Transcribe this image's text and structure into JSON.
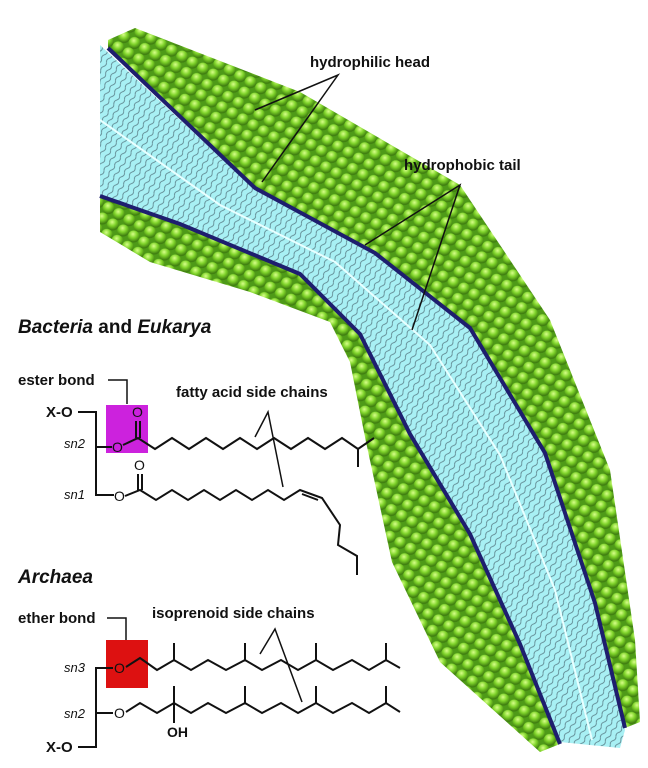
{
  "membrane": {
    "label_head": "hydrophilic head",
    "label_tail": "hydrophobic tail",
    "colors": {
      "head": "#7fd42a",
      "tail": "#9eeef2",
      "edge": "#1e1e6e"
    }
  },
  "bacteria": {
    "title_part1": "Bacteria",
    "title_and": " and ",
    "title_part2": "Eukarya",
    "bond_label": "ester bond",
    "chain_label": "fatty acid side chains",
    "xo": "X-O",
    "sn2": "sn2",
    "sn1": "sn1",
    "o": "O",
    "highlight_color": "#cc22dd"
  },
  "archaea": {
    "title": "Archaea",
    "bond_label": "ether bond",
    "chain_label": "isoprenoid side chains",
    "xo": "X-O",
    "sn3": "sn3",
    "sn2": "sn2",
    "o": "O",
    "oh": "OH",
    "highlight_color": "#dd1111"
  }
}
